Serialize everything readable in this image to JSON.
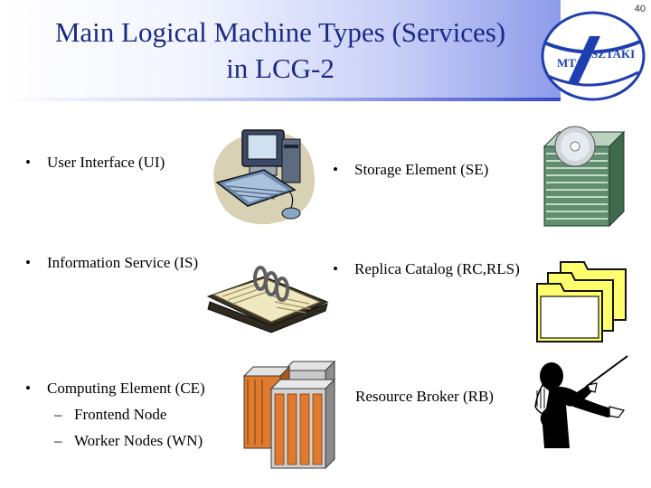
{
  "page_number": "40",
  "title": {
    "line1": "Main Logical Machine Types (Services)",
    "line2": "in LCG-2"
  },
  "logo": {
    "left_text": "MTA",
    "right_text": "SZTAKI",
    "color": "#1f3fb0"
  },
  "bullet_marker": "•",
  "dash_marker": "–",
  "left_items": {
    "ui": "User Interface (UI)",
    "is": "Information Service (IS)",
    "ce": "Computing Element (CE)",
    "ce_sub": [
      "Frontend Node",
      "Worker Nodes (WN)"
    ]
  },
  "right_items": {
    "se": "Storage Element (SE)",
    "rc": "Replica Catalog (RC,RLS)",
    "rb": "Resource Broker (RB)"
  },
  "icons": {
    "ui": "computer-workstation-icon",
    "se": "cd-storage-stack-icon",
    "is": "binder-book-icon",
    "rc": "folders-icon",
    "ce": "server-cabinets-icon",
    "rb": "conductor-icon"
  }
}
